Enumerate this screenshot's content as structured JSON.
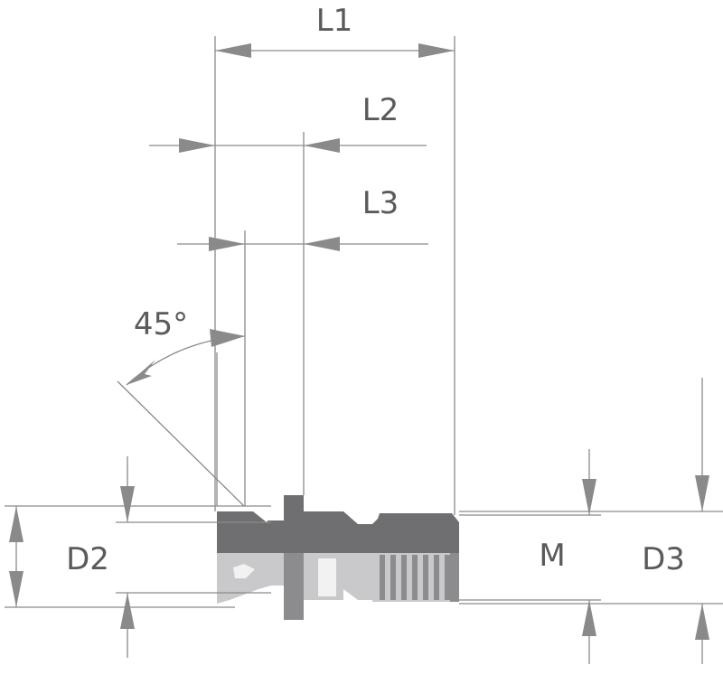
{
  "labels": {
    "l1": "L1",
    "l2": "L2",
    "l3": "L3",
    "angle": "45°",
    "d2": "D2",
    "m": "M",
    "d3": "D3"
  },
  "colors": {
    "part_dark": "#6f6f71",
    "part_light": "#c9c9cb",
    "dimension_line": "#8a8a8a",
    "text": "#5a5a5a"
  }
}
